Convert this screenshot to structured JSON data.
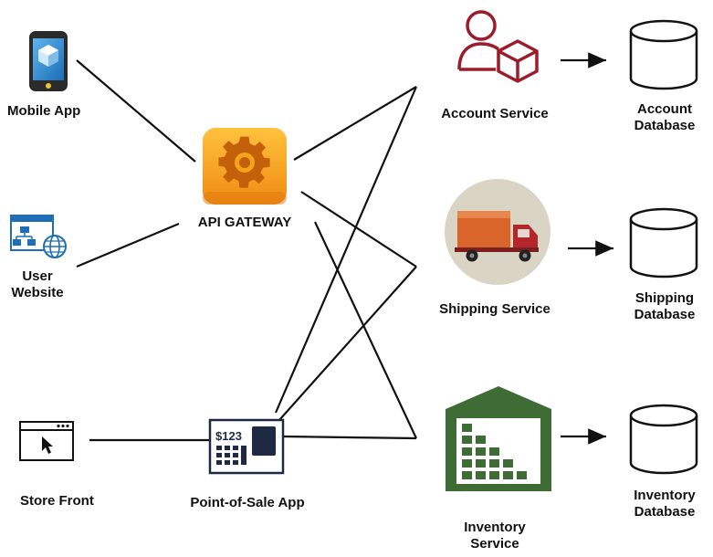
{
  "nodes": {
    "mobile_app": "Mobile App",
    "user_website_line1": "User",
    "user_website_line2": "Website",
    "store_front": "Store Front",
    "api_gateway": "API GATEWAY",
    "pos_app": "Point-of-Sale App",
    "pos_icon_text": "$123",
    "account_service": "Account Service",
    "shipping_service": "Shipping Service",
    "inventory_service_line1": "Inventory",
    "inventory_service_line2": "Service",
    "account_db_line1": "Account",
    "account_db_line2": "Database",
    "shipping_db_line1": "Shipping",
    "shipping_db_line2": "Database",
    "inventory_db_line1": "Inventory",
    "inventory_db_line2": "Database"
  },
  "icons": {
    "mobile": "mobile-phone-icon",
    "website": "website-sitemap-icon",
    "store": "browser-cursor-icon",
    "gateway": "gear-icon",
    "pos": "cash-register-icon",
    "account": "user-box-icon",
    "shipping": "truck-icon",
    "inventory": "warehouse-icon",
    "database": "database-cylinder-icon"
  },
  "colors": {
    "gateway_orange": "#f5a31a",
    "account_red": "#9b1c2a",
    "shipping_bg": "#d9d4c3",
    "truck_orange": "#d9652a",
    "truck_red": "#b3262a",
    "warehouse_green": "#3f6b35",
    "pos_navy": "#1e2a44",
    "mobile_blue": "#2f8fd6"
  }
}
